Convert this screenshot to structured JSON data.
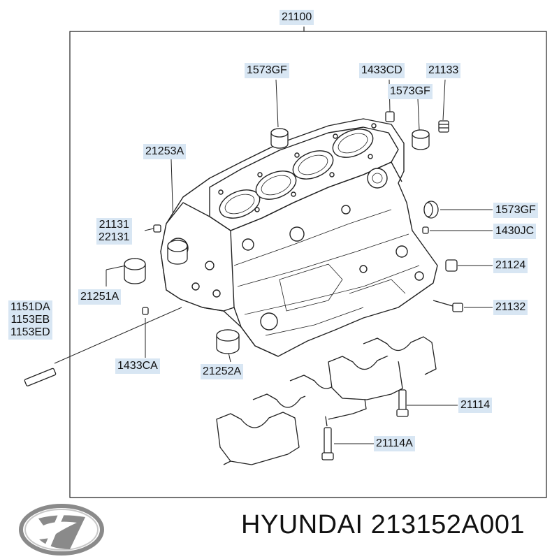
{
  "diagram": {
    "assembly_label": "21100",
    "parts": {
      "p1573gf_left": "1573GF",
      "p1433cd": "1433CD",
      "p21133": "21133",
      "p1573gf_mid": "1573GF",
      "p21253a": "21253A",
      "p21131": "21131",
      "p22131": "22131",
      "p1573gf_right": "1573GF",
      "p1430jc": "1430JC",
      "p21124": "21124",
      "p21251a": "21251A",
      "p21132": "21132",
      "p1151da": "1151DA",
      "p1153eb": "1153EB",
      "p1153ed": "1153ED",
      "p1433ca": "1433CA",
      "p21252a": "21252A",
      "p21114": "21114",
      "p21114a": "21114A"
    }
  },
  "footer": {
    "brand": "HYUNDAI",
    "part_number": "213152A001"
  },
  "colors": {
    "label_bg": "#d8e6f3",
    "line": "#222222",
    "logo": "#8a8a8a"
  }
}
